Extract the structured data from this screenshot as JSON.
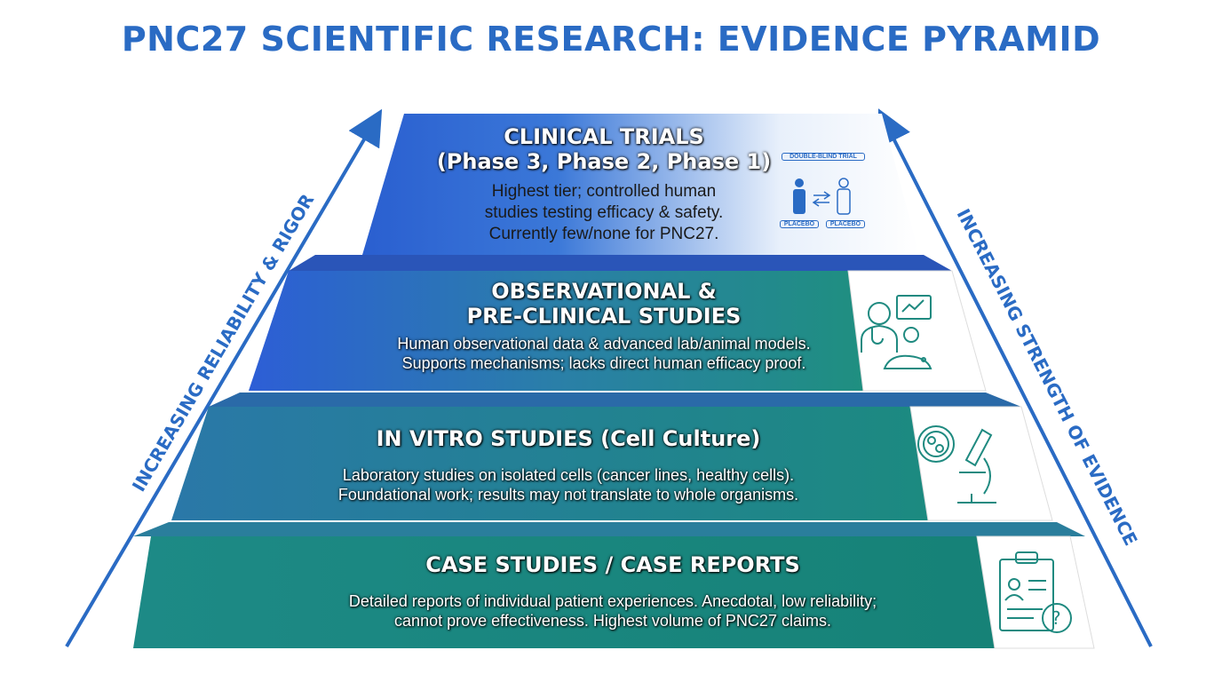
{
  "title": "PNC27 SCIENTIFIC RESEARCH: EVIDENCE PYRAMID",
  "left_axis": "INCREASING RELIABILITY & RIGOR",
  "right_axis": "INCREASING STRENGTH OF EVIDENCE",
  "tiers": [
    {
      "heading1": "CLINICAL TRIALS",
      "heading2": "(Phase 3, Phase 2, Phase 1)",
      "lines": [
        "Highest tier; controlled human",
        "studies testing efficacy & safety.",
        "Currently few/none for PNC27."
      ],
      "icon": "double-blind-trial-icon",
      "icon_labels": [
        "DOUBLE-BLIND TRIAL",
        "PLACEBO",
        "PLACEBO"
      ]
    },
    {
      "heading1": "OBSERVATIONAL &",
      "heading2": "PRE-CLINICAL STUDIES",
      "lines": [
        "Human observational data & advanced lab/animal models.",
        "Supports mechanisms; lacks direct human efficacy proof."
      ],
      "icon": "doctor-mouse-icon"
    },
    {
      "heading1": "IN VITRO STUDIES (Cell Culture)",
      "lines": [
        "Laboratory studies on isolated cells (cancer lines, healthy cells).",
        "Foundational work; results may not translate to whole organisms."
      ],
      "icon": "microscope-petri-dish-icon"
    },
    {
      "heading1": "CASE STUDIES / CASE REPORTS",
      "lines": [
        "Detailed reports of individual patient experiences. Anecdotal, low reliability;",
        "cannot prove effectiveness. Highest volume of PNC27 claims."
      ],
      "icon": "clipboard-question-icon"
    }
  ],
  "colors": {
    "blue": "#2a6bc4",
    "teal": "#1a8a7e",
    "icon": "#1f8a80"
  }
}
